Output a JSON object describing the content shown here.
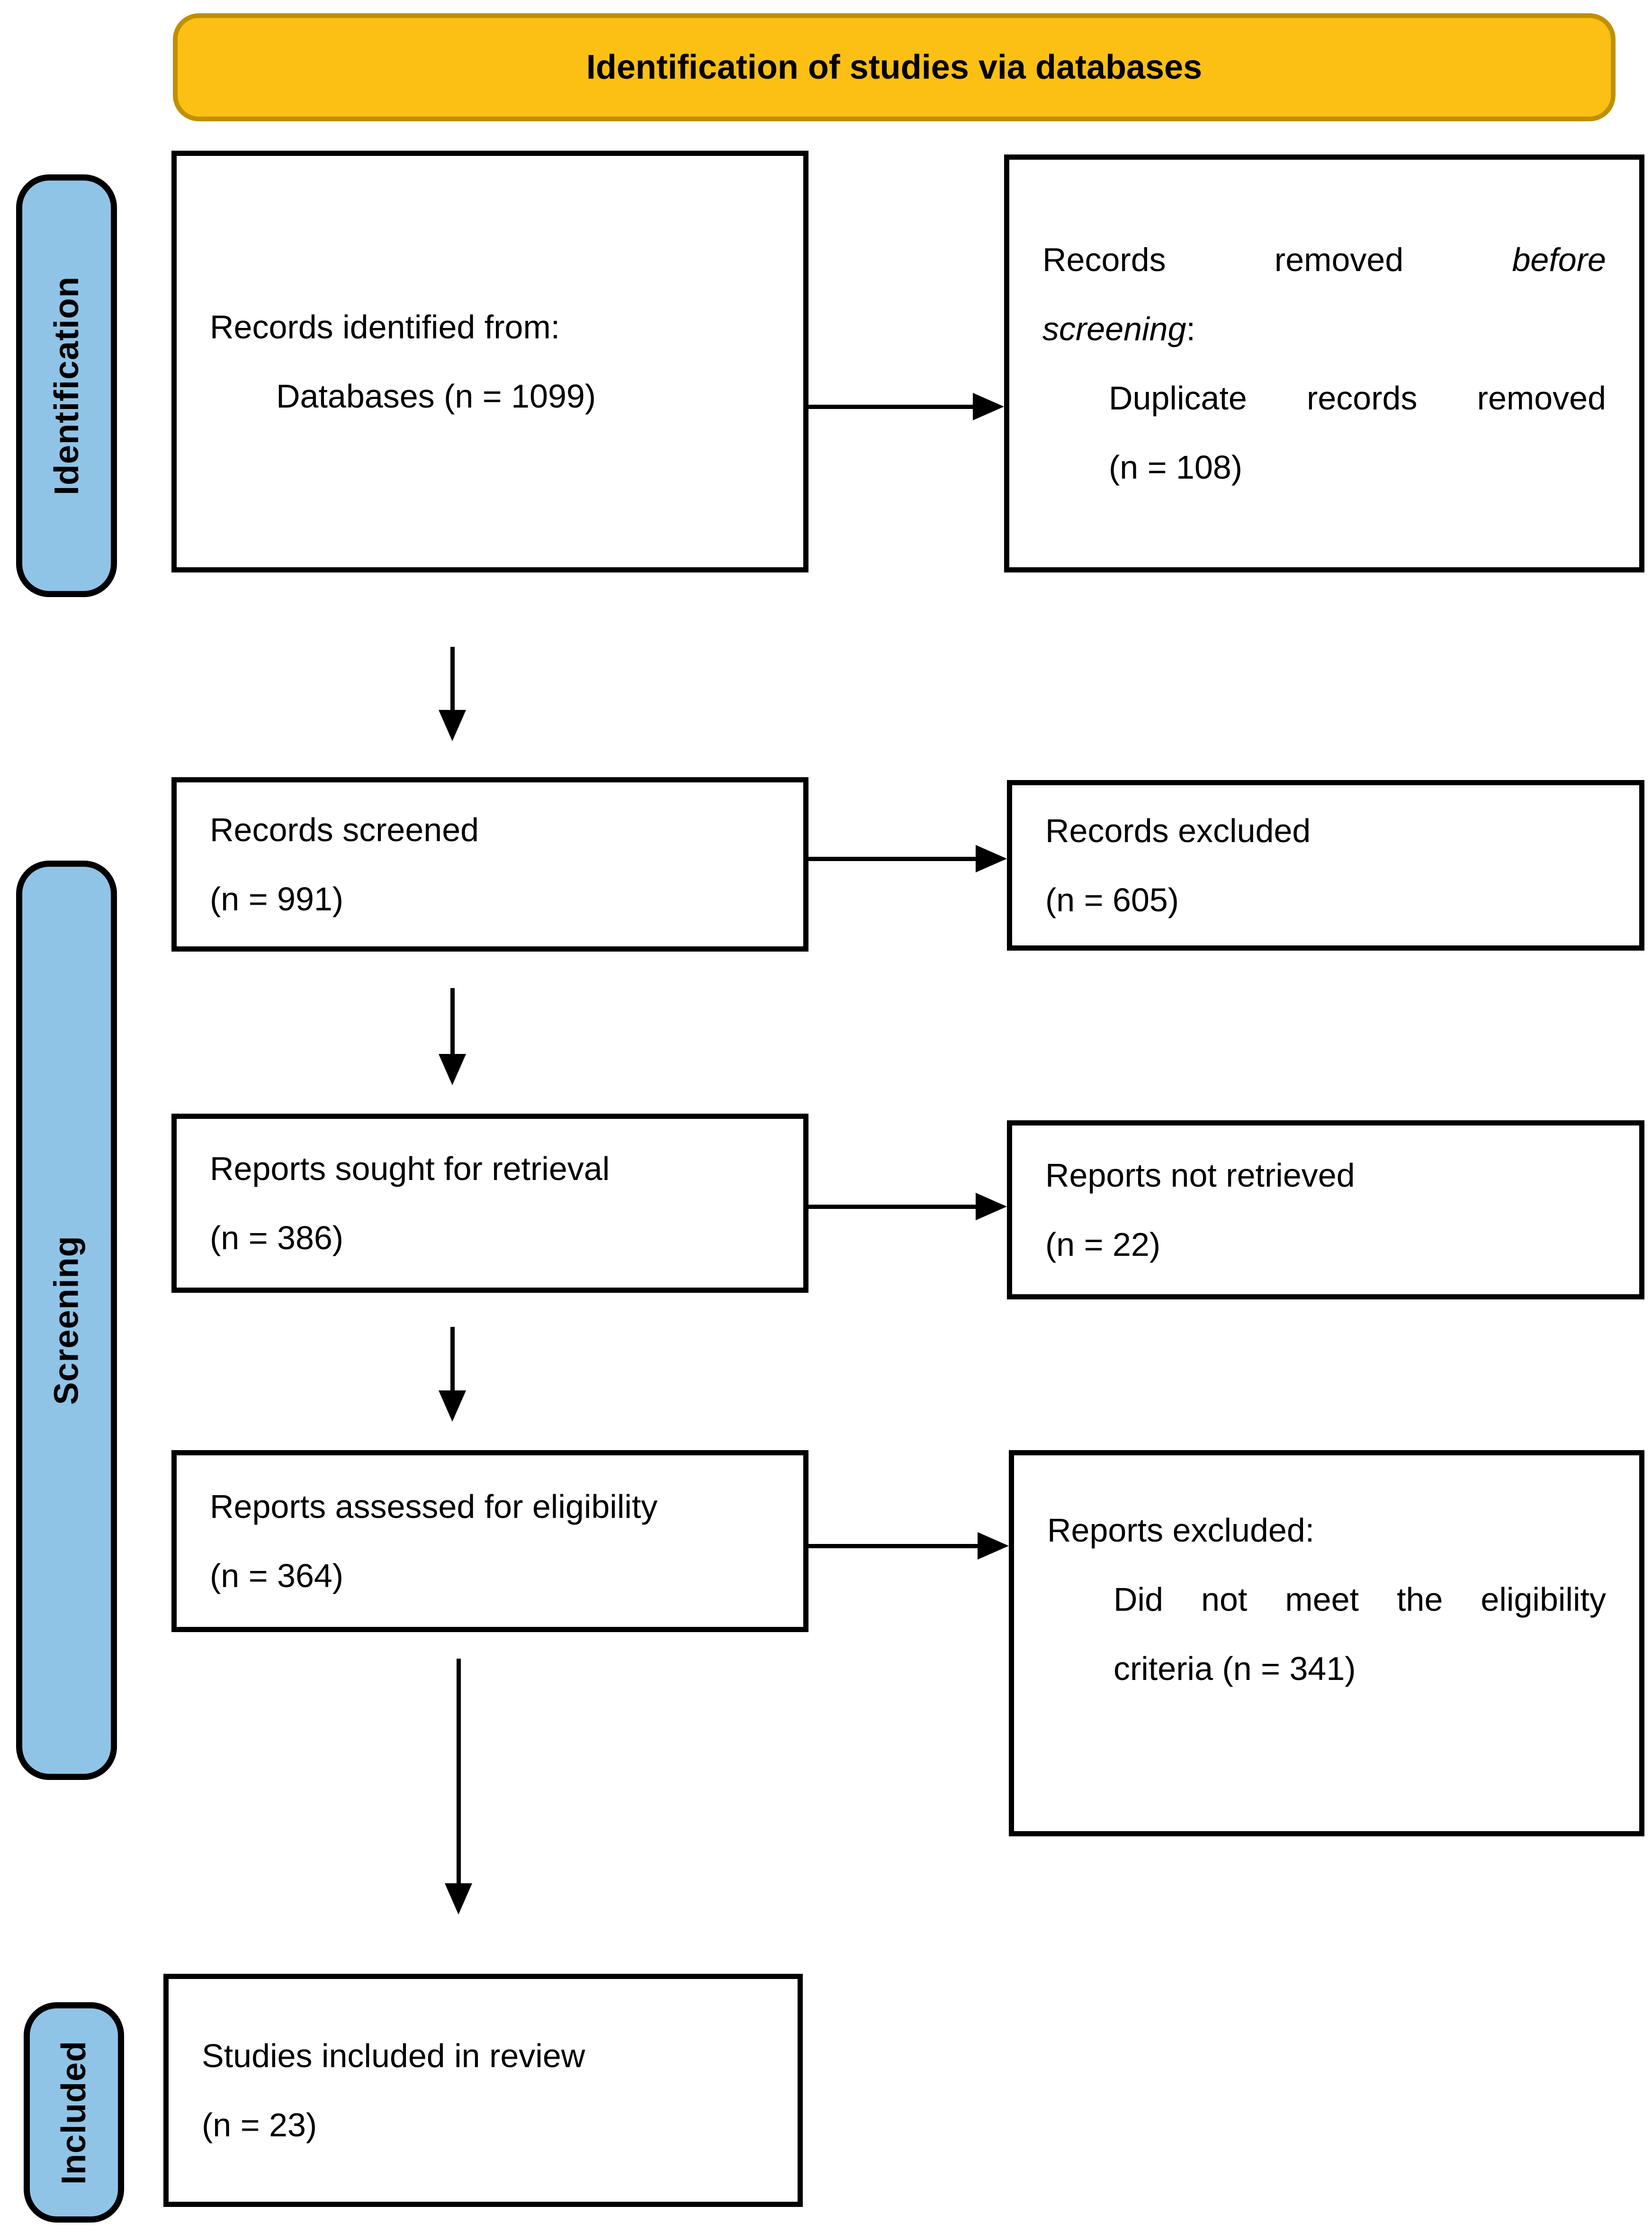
{
  "banner": {
    "title": "Identification of studies via databases"
  },
  "sidebar": {
    "identification": "Identification",
    "screening": "Screening",
    "included": "Included"
  },
  "colors": {
    "banner_fill": "#FBC013",
    "banner_border": "#BF9000",
    "sidebar_fill": "#8FC4E7",
    "line": "#000000"
  },
  "boxes": {
    "records_identified": {
      "line1": "Records identified from:",
      "line2": "Databases (n = 1099)"
    },
    "records_removed": {
      "line1_w1": "Records",
      "line1_w2": "removed",
      "line1_w3_italic": "before",
      "line2_italic": "screening",
      "line2_colon": ":",
      "line3_w1": "Duplicate",
      "line3_w2": "records",
      "line3_w3": "removed",
      "line4": "(n = 108)"
    },
    "records_screened": {
      "line1": "Records screened",
      "line2": "(n = 991)"
    },
    "records_excluded": {
      "line1": "Records excluded",
      "line2": "(n = 605)"
    },
    "reports_sought": {
      "line1": "Reports sought for retrieval",
      "line2": "(n = 386)"
    },
    "reports_not_retrieved": {
      "line1": "Reports not retrieved",
      "line2": "(n = 22)"
    },
    "reports_assessed": {
      "line1": "Reports assessed for eligibility",
      "line2": "(n = 364)"
    },
    "reports_excluded": {
      "line1": "Reports excluded:",
      "line2_w1": "Did",
      "line2_w2": "not",
      "line2_w3": "meet",
      "line2_w4": "the",
      "line2_w5": "eligibility",
      "line3": "criteria (n = 341)"
    },
    "studies_included": {
      "line1": "Studies included in review",
      "line2": "(n = 23)"
    }
  }
}
